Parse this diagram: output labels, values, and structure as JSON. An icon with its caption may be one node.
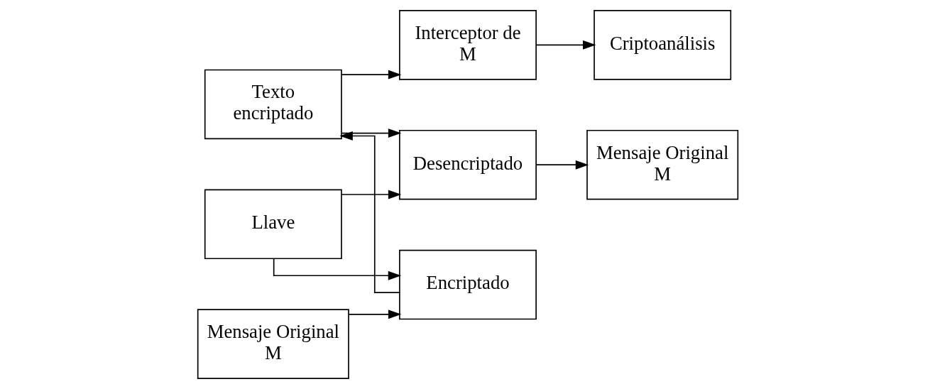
{
  "diagram": {
    "nodes": [
      {
        "text": [
          "Interceptor de M"
        ]
      },
      {
        "text": [
          "Criptoanálisis"
        ]
      },
      {
        "text": [
          "Mensaje Original M"
        ]
      },
      {
        "text": [
          "Encriptado"
        ]
      },
      {
        "text": [
          "Texto encriptado"
        ]
      },
      {
        "text": [
          "Desencriptado"
        ]
      },
      {
        "text": [
          "Mensaje Original M"
        ]
      },
      {
        "text": [
          "Llave"
        ]
      }
    ],
    "edges": [
      {
        "from": 2,
        "to": 3,
        "arrow": "to"
      },
      {
        "from": 3,
        "to": 4,
        "arrow": "to"
      },
      {
        "from": 4,
        "to": 5,
        "arrow": "to"
      },
      {
        "from": 4,
        "to": 0,
        "arrow": "to"
      },
      {
        "from": 0,
        "to": 1,
        "arrow": "to"
      },
      {
        "from": 5,
        "to": 6,
        "arrow": "to"
      },
      {
        "from": 7,
        "to": 3,
        "arrow": "to"
      },
      {
        "from": 7,
        "to": 5,
        "arrow": "to"
      }
    ]
  }
}
